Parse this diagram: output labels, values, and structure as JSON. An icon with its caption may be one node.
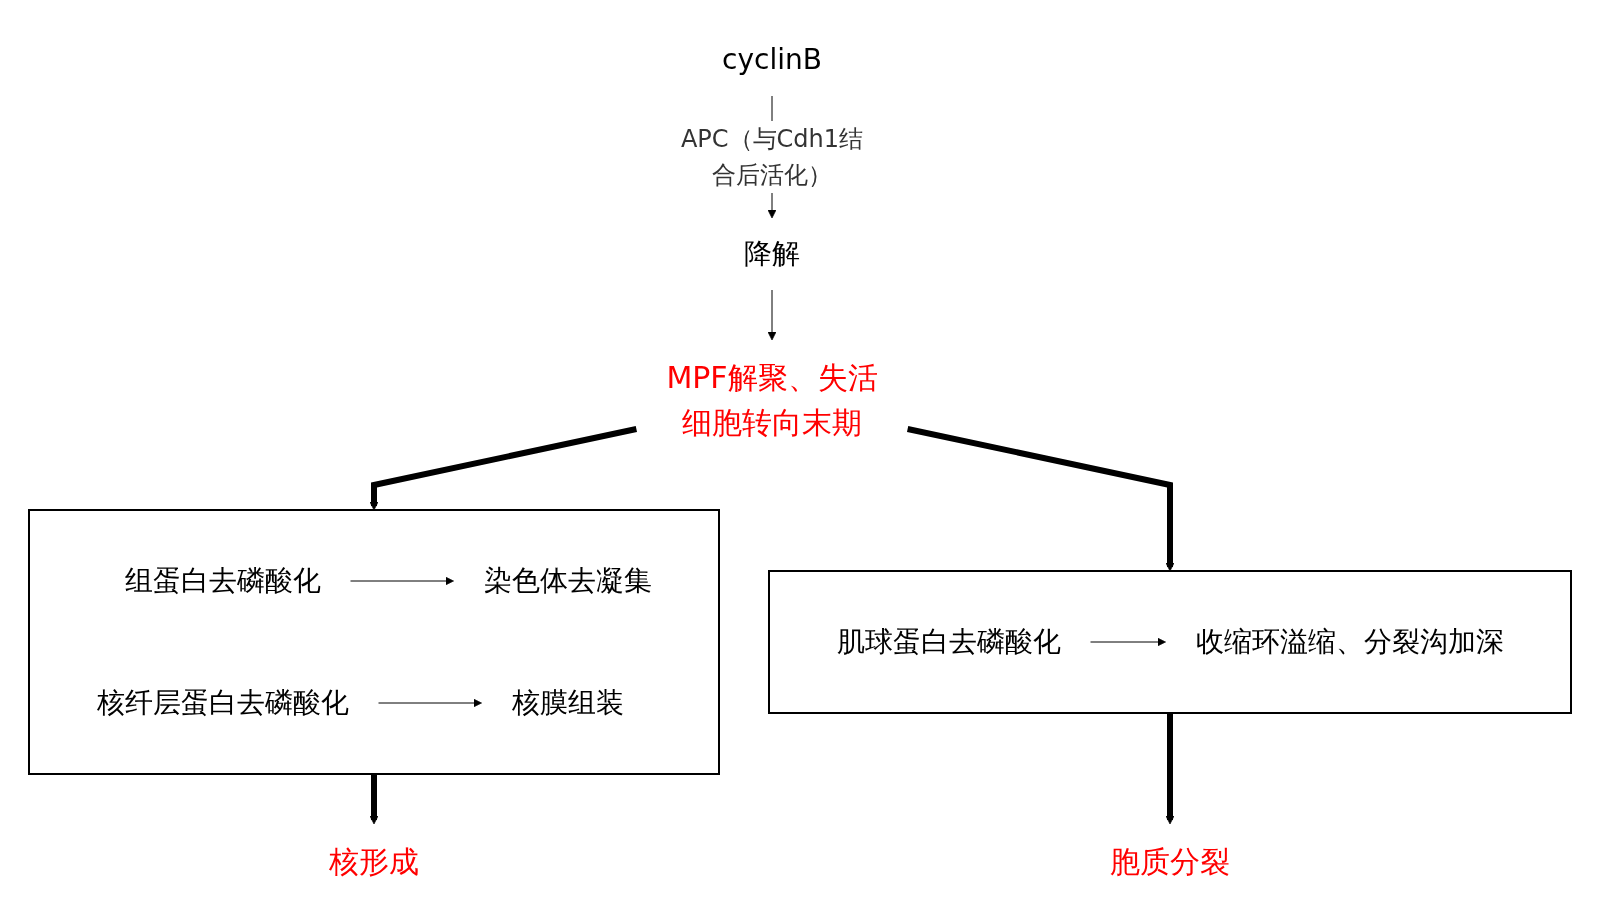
{
  "diagram": {
    "nodes": [
      {
        "text": [
          "cyclinB"
        ]
      },
      {
        "text": [
          "降解"
        ]
      },
      {
        "text": [
          "MPF解聚、失活",
          "细胞转向末期"
        ]
      },
      {
        "text": [],
        "shape": "box"
      },
      {
        "text": [
          "组蛋白去磷酸化"
        ],
        "in": 3
      },
      {
        "text": [
          "染色体去凝集"
        ],
        "in": 3
      },
      {
        "text": [
          "核纤层蛋白去磷酸化"
        ],
        "in": 3
      },
      {
        "text": [
          "核膜组装"
        ],
        "in": 3
      },
      {
        "text": [],
        "shape": "box"
      },
      {
        "text": [
          "肌球蛋白去磷酸化"
        ],
        "in": 8
      },
      {
        "text": [
          "收缩环溢缩、分裂沟加深"
        ],
        "in": 8
      },
      {
        "text": [
          "核形成"
        ]
      },
      {
        "text": [
          "胞质分裂"
        ]
      }
    ],
    "edges": [
      {
        "from": 0,
        "to": 1,
        "arrow": "to",
        "label": "APC（与Cdh1结合后活化）"
      },
      {
        "from": 1,
        "to": 2,
        "arrow": "to"
      },
      {
        "from": 2,
        "to": 3,
        "arrow": "to",
        "style": "thick"
      },
      {
        "from": 2,
        "to": 8,
        "arrow": "to",
        "style": "thick"
      },
      {
        "from": 4,
        "to": 5,
        "arrow": "to"
      },
      {
        "from": 6,
        "to": 7,
        "arrow": "to"
      },
      {
        "from": 9,
        "to": 10,
        "arrow": "to"
      },
      {
        "from": 3,
        "to": 11,
        "arrow": "to",
        "style": "thick"
      },
      {
        "from": 8,
        "to": 12,
        "arrow": "to",
        "style": "thick"
      }
    ]
  }
}
